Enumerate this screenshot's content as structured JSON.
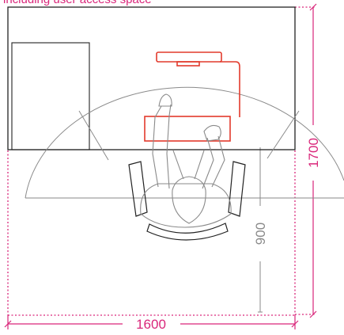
{
  "caption": "including user access space",
  "dimensions": {
    "width_label": "1600",
    "height_label": "1700",
    "reach_label": "900"
  },
  "colors": {
    "magenta": "#d9267a",
    "red": "#e23a2c",
    "grey": "#8a8a8a",
    "dark": "#222222"
  }
}
